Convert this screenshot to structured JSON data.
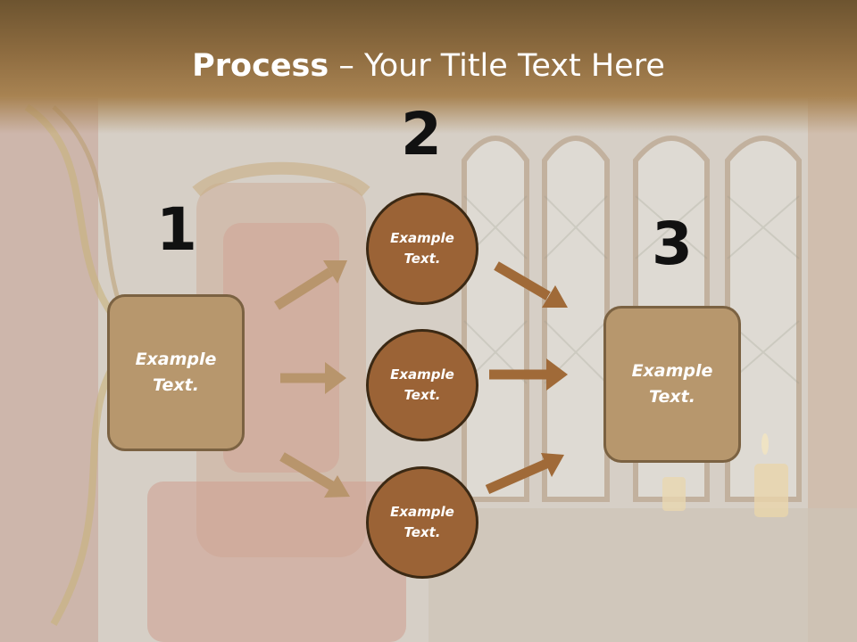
{
  "title": {
    "bold": "Process",
    "rest": " – Your Title Text Here"
  },
  "steps": [
    {
      "number": "1",
      "text": "Example\nText."
    },
    {
      "number": "2",
      "text": ""
    },
    {
      "number": "3",
      "text": "Example\nText."
    }
  ],
  "circles": [
    {
      "text": "Example\nText."
    },
    {
      "text": "Example\nText."
    },
    {
      "text": "Example\nText."
    }
  ],
  "colors": {
    "box_fill": "#b7976d",
    "circle_fill": "#9b6336",
    "arrow_light": "#b8956c",
    "arrow_dark": "#a06a38"
  }
}
